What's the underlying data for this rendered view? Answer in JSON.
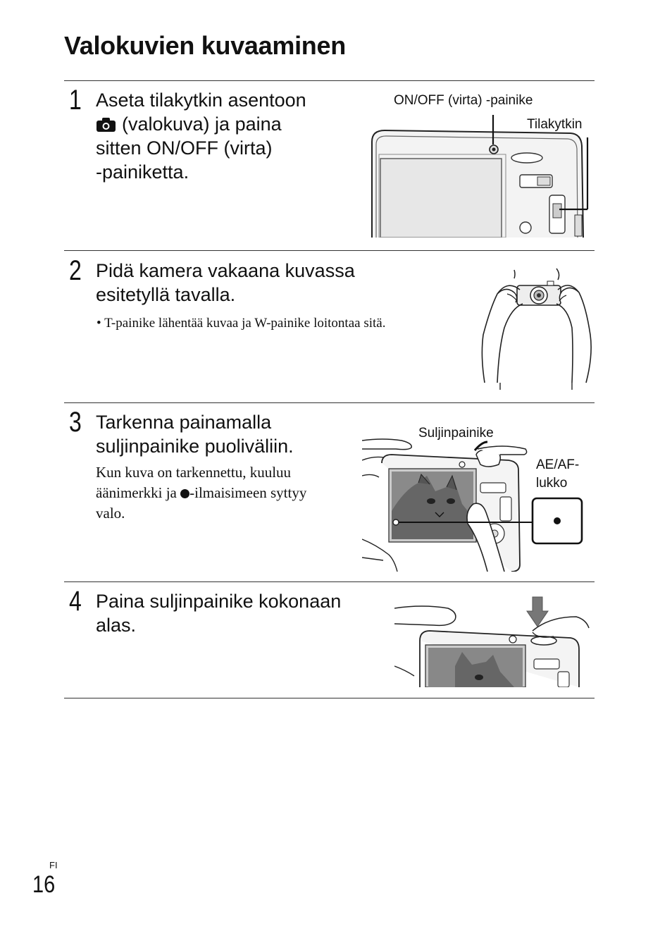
{
  "page": {
    "title": "Valokuvien kuvaaminen",
    "lang_marker": "FI",
    "page_number": "16"
  },
  "steps": [
    {
      "number": "1",
      "heading_line1": "Aseta tilakytkin asentoon",
      "heading_line2": "(valokuva) ja paina",
      "heading_line3": "sitten ON/OFF (virta)",
      "heading_line4": "-painiketta.",
      "icon": "camera-icon",
      "labels": {
        "power_button": "ON/OFF (virta) -painike",
        "mode_switch": "Tilakytkin"
      }
    },
    {
      "number": "2",
      "heading_line1": "Pidä kamera vakaana kuvassa",
      "heading_line2": "esitetyllä tavalla.",
      "bullet": "T-painike lähentää kuvaa ja W-painike loitontaa sitä."
    },
    {
      "number": "3",
      "heading_line1": "Tarkenna painamalla",
      "heading_line2": "suljinpainike puoliväliin.",
      "body_line1": "Kun kuva on tarkennettu, kuuluu",
      "body_line2a": "äänimerkki ja",
      "body_line2b": "-ilmaisimeen syttyy",
      "body_line3": "valo.",
      "labels": {
        "shutter": "Suljinpainike",
        "ae_af_line1": "AE/AF-",
        "ae_af_line2": "lukko"
      }
    },
    {
      "number": "4",
      "heading_line1": "Paina suljinpainike kokonaan",
      "heading_line2": "alas."
    }
  ]
}
